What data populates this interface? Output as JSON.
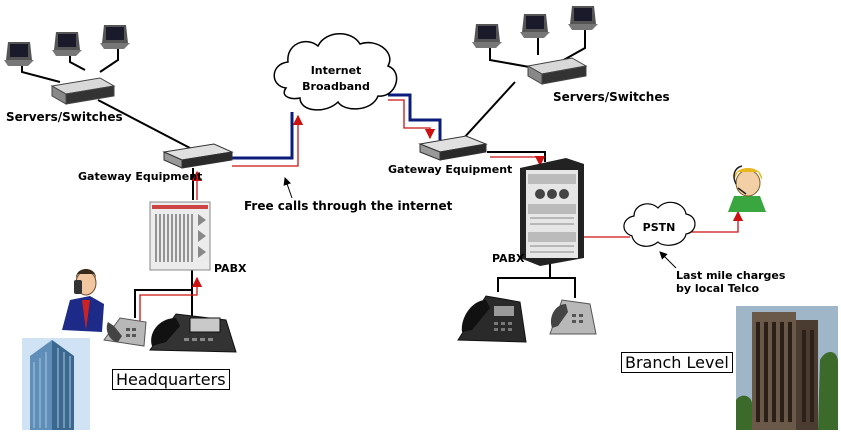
{
  "labels": {
    "hq_servers": "Servers/Switches",
    "branch_servers": "Servers/Switches",
    "hq_gateway": "Gateway Equipment",
    "branch_gateway": "Gateway Equipment",
    "cloud_internet_line1": "Internet",
    "cloud_internet_line2": "Broadband",
    "free_calls": "Free calls through the internet",
    "hq_pabx": "PABX",
    "branch_pabx": "PABX",
    "pstn": "PSTN",
    "last_mile_line1": "Last mile charges",
    "last_mile_line2": "by local Telco",
    "headquarters": "Headquarters",
    "branch_level": "Branch Level"
  },
  "colors": {
    "black_link": "#000000",
    "broadband_link": "#0b1c7a",
    "call_path": "#cc1111"
  }
}
